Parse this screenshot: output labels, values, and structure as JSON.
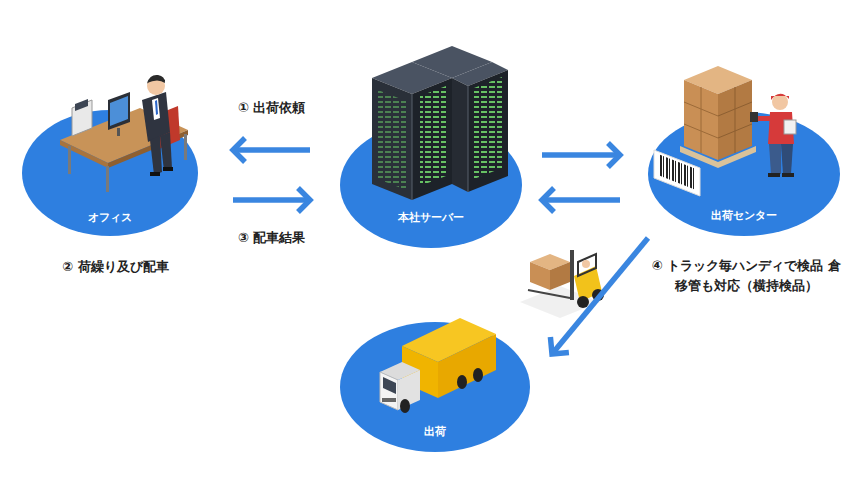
{
  "diagram": {
    "nodes": [
      {
        "text": [
          "オフィス"
        ]
      },
      {
        "text": [
          "本社サーバー"
        ]
      },
      {
        "text": [
          "出荷センター"
        ]
      },
      {
        "text": [
          "出荷"
        ]
      }
    ],
    "edges": [
      {
        "from": 1,
        "to": 0,
        "arrow": "to",
        "label": "① 出荷依頼"
      },
      {
        "from": 0,
        "to": 1,
        "arrow": "to",
        "label": "③ 配車結果"
      },
      {
        "from": 1,
        "to": 2,
        "arrow": "to"
      },
      {
        "from": 2,
        "to": 1,
        "arrow": "to"
      },
      {
        "from": 2,
        "to": 3,
        "arrow": "to"
      }
    ],
    "labels": [
      "② 荷繰り及び配車",
      "④ トラック毎ハンディで検品 倉移管も対応（横持検品）"
    ]
  }
}
